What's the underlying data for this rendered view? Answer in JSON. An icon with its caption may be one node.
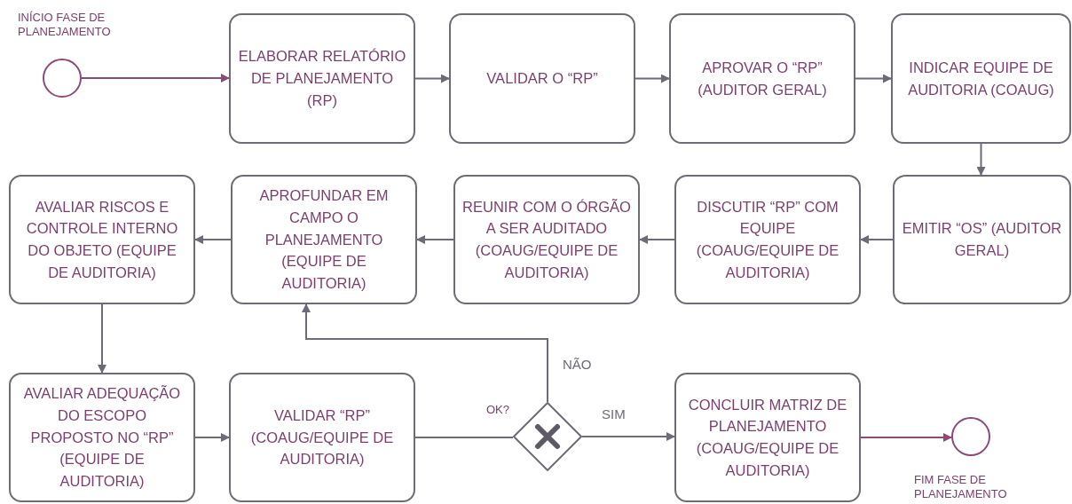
{
  "diagram": {
    "nodes": [
      {
        "text": [],
        "shape": "circle",
        "beside": [
          "INÍCIO FASE DE PLANEJAMENTO"
        ]
      },
      {
        "text": [
          "ELABORAR RELATÓRIO DE PLANEJAMENTO (RP)"
        ]
      },
      {
        "text": [
          "VALIDAR O “RP”"
        ]
      },
      {
        "text": [
          "APROVAR O “RP” (AUDITOR GERAL)"
        ]
      },
      {
        "text": [
          "INDICAR EQUIPE DE AUDITORIA (COAUG)"
        ]
      },
      {
        "text": [
          "EMITIR “OS” (AUDITOR GERAL)"
        ]
      },
      {
        "text": [
          "DISCUTIR “RP” COM EQUIPE (COAUG/EQUIPE DE AUDITORIA)"
        ]
      },
      {
        "text": [
          "REUNIR COM O ÓRGÃO A SER AUDITADO (COAUG/EQUIPE DE AUDITORIA)"
        ]
      },
      {
        "text": [
          "APROFUNDAR EM CAMPO O PLANEJAMENTO (EQUIPE DE AUDITORIA)"
        ]
      },
      {
        "text": [
          "AVALIAR RISCOS E CONTROLE INTERNO DO OBJETO (EQUIPE DE AUDITORIA)"
        ]
      },
      {
        "text": [
          "AVALIAR ADEQUAÇÃO DO ESCOPO PROPOSTO NO “RP” (EQUIPE DE AUDITORIA)"
        ]
      },
      {
        "text": [
          "VALIDAR “RP” (COAUG/EQUIPE DE AUDITORIA)"
        ]
      },
      {
        "text": [],
        "shape": "diamond",
        "beside": [
          "OK?"
        ]
      },
      {
        "text": [
          "CONCLUIR MATRIZ DE PLANEJAMENTO (COAUG/EQUIPE DE AUDITORIA)"
        ]
      },
      {
        "text": [],
        "shape": "circle",
        "beside": [
          "FIM FASE DE PLANEJAMENTO"
        ]
      }
    ],
    "edges": [
      {
        "from": 0,
        "to": 1,
        "arrow": "to",
        "color": "#8b4a78"
      },
      {
        "from": 1,
        "to": 2,
        "arrow": "to"
      },
      {
        "from": 2,
        "to": 3,
        "arrow": "to"
      },
      {
        "from": 3,
        "to": 4,
        "arrow": "to"
      },
      {
        "from": 4,
        "to": 5,
        "arrow": "to"
      },
      {
        "from": 5,
        "to": 6,
        "arrow": "to"
      },
      {
        "from": 6,
        "to": 7,
        "arrow": "to"
      },
      {
        "from": 7,
        "to": 8,
        "arrow": "to"
      },
      {
        "from": 8,
        "to": 9,
        "arrow": "to"
      },
      {
        "from": 9,
        "to": 10,
        "arrow": "to"
      },
      {
        "from": 10,
        "to": 11,
        "arrow": "to"
      },
      {
        "from": 11,
        "to": 12,
        "arrow": "none"
      },
      {
        "from": 12,
        "to": 13,
        "arrow": "to",
        "label": "SIM"
      },
      {
        "from": 12,
        "to": 8,
        "arrow": "to",
        "label": "NÃO"
      },
      {
        "from": 13,
        "to": 14,
        "arrow": "to",
        "color": "#8b4a78"
      }
    ]
  }
}
